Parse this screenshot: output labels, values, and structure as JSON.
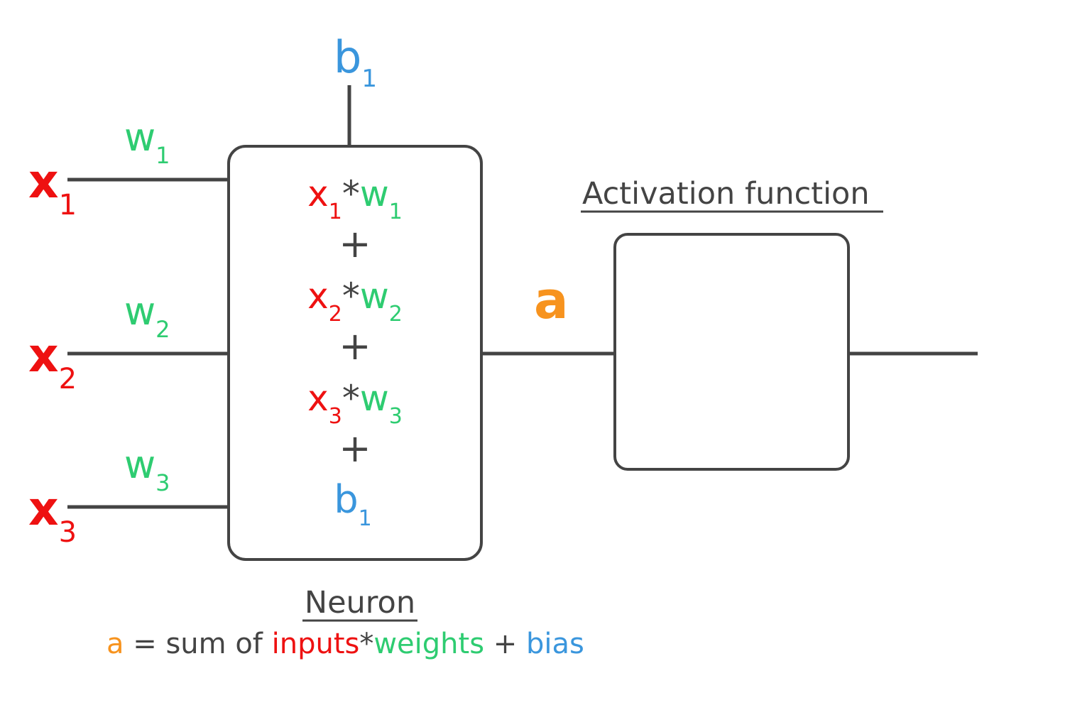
{
  "colors": {
    "input": "#ee1111",
    "weight": "#2ecc71",
    "bias": "#3a96dd",
    "activation": "#f7931e",
    "text": "#444444",
    "line": "#444444"
  },
  "inputs": [
    {
      "name": "x",
      "sub": "1"
    },
    {
      "name": "x",
      "sub": "2"
    },
    {
      "name": "x",
      "sub": "3"
    }
  ],
  "weights": [
    {
      "name": "w",
      "sub": "1"
    },
    {
      "name": "w",
      "sub": "2"
    },
    {
      "name": "w",
      "sub": "3"
    }
  ],
  "bias": {
    "name": "b",
    "sub": "1"
  },
  "neuron": {
    "terms": [
      {
        "x": "x",
        "xsub": "1",
        "mul": "*",
        "w": "w",
        "wsub": "1"
      },
      {
        "x": "x",
        "xsub": "2",
        "mul": "*",
        "w": "w",
        "wsub": "2"
      },
      {
        "x": "x",
        "xsub": "3",
        "mul": "*",
        "w": "w",
        "wsub": "3"
      }
    ],
    "plus": "+",
    "bias": {
      "name": "b",
      "sub": "1"
    },
    "label": "Neuron"
  },
  "output_label": "a",
  "activation_label": "Activation function",
  "formula": {
    "a": "a",
    "equals_sum_of": " = sum of ",
    "inputs": "inputs",
    "mul": "*",
    "weights": "weights",
    "plus": " + ",
    "bias": "bias"
  }
}
